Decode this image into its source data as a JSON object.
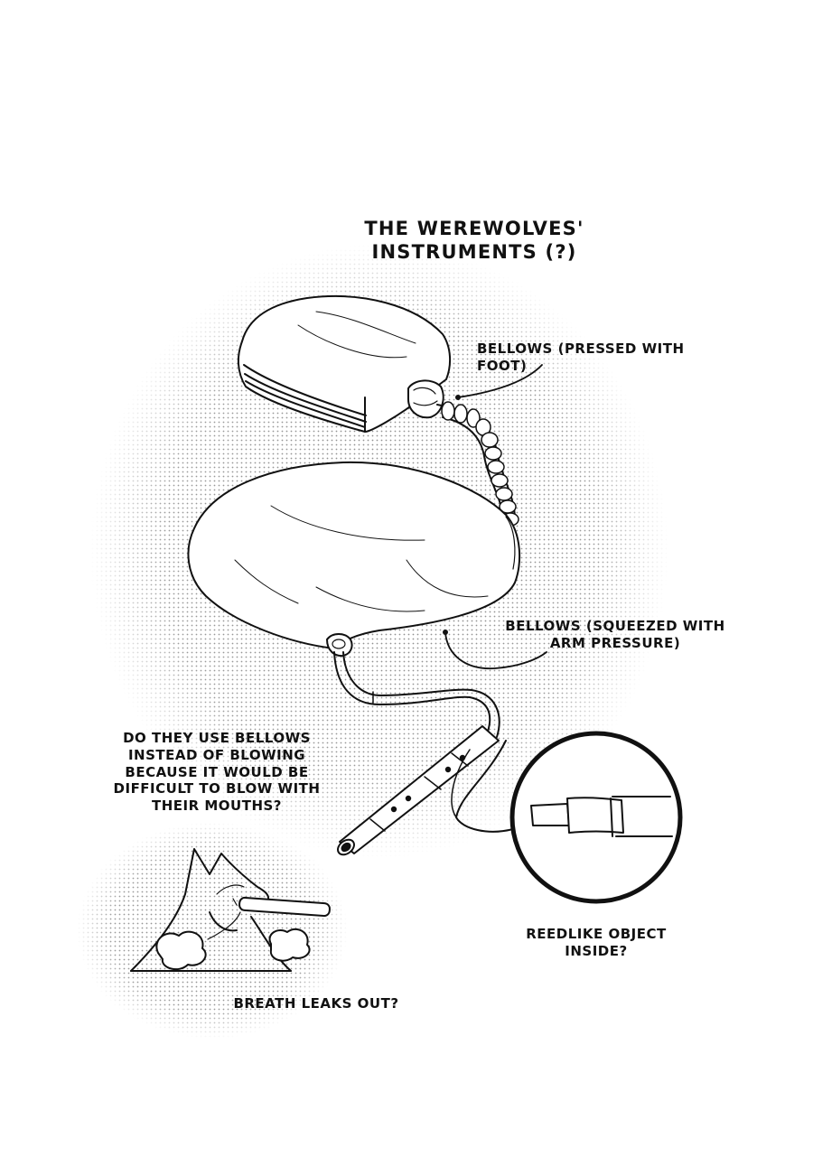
{
  "page": {
    "title": "THE WEREWOLVES' INSTRUMENTS (?)",
    "labels": {
      "bellows_foot": "BELLOWS (PRESSED WITH FOOT)",
      "bellows_arm_line1": "BELLOWS (SQUEEZED WITH",
      "bellows_arm_line2": "ARM PRESSURE)",
      "question_line1": "DO THEY USE BELLOWS",
      "question_line2": "INSTEAD OF BLOWING",
      "question_line3": "BECAUSE IT WOULD BE",
      "question_line4": "DIFFICULT TO BLOW WITH",
      "question_line5": "THEIR MOUTHS?",
      "reed_line1": "REEDLIKE OBJECT",
      "reed_line2": "INSIDE?",
      "breath": "BREATH LEAKS OUT?"
    }
  },
  "colors": {
    "ink": "#111111",
    "paper": "#ffffff",
    "screentone": "#8a8a8a"
  },
  "illustrations": [
    "foot-bellows-drawing",
    "segmented-hose-drawing",
    "arm-bellows-drawing",
    "pipe-instrument-drawing",
    "reed-magnifier-circle",
    "wolf-blowing-drawing"
  ]
}
